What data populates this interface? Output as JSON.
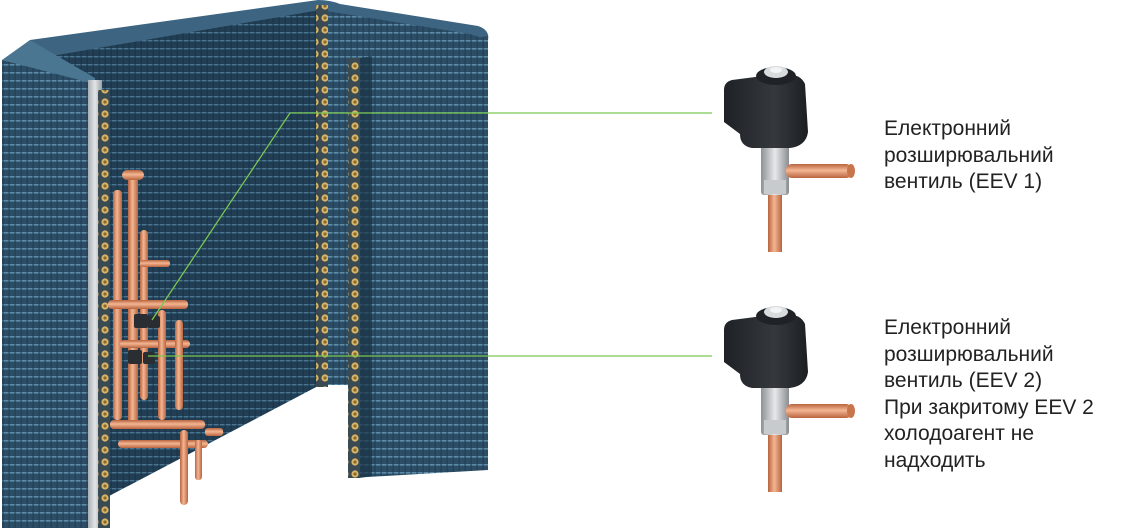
{
  "callouts": [
    {
      "text": "Електронний\nрозширювальний\nвентиль (EEV 1)"
    },
    {
      "text": "Електронний\nрозширювальний\nвентиль (EEV 2)\nПри закритому EEV 2\nхолодоагент не\nнадходить"
    }
  ],
  "colors": {
    "leader_line": "#7ac74f",
    "coil_fin": "#2c4d66",
    "coil_tube": "#c8a15a",
    "copper": "#d98a62",
    "valve_body": "#2a2d31"
  },
  "icons": [
    "heat-exchanger-coil",
    "valve-eev-1",
    "valve-eev-2"
  ]
}
